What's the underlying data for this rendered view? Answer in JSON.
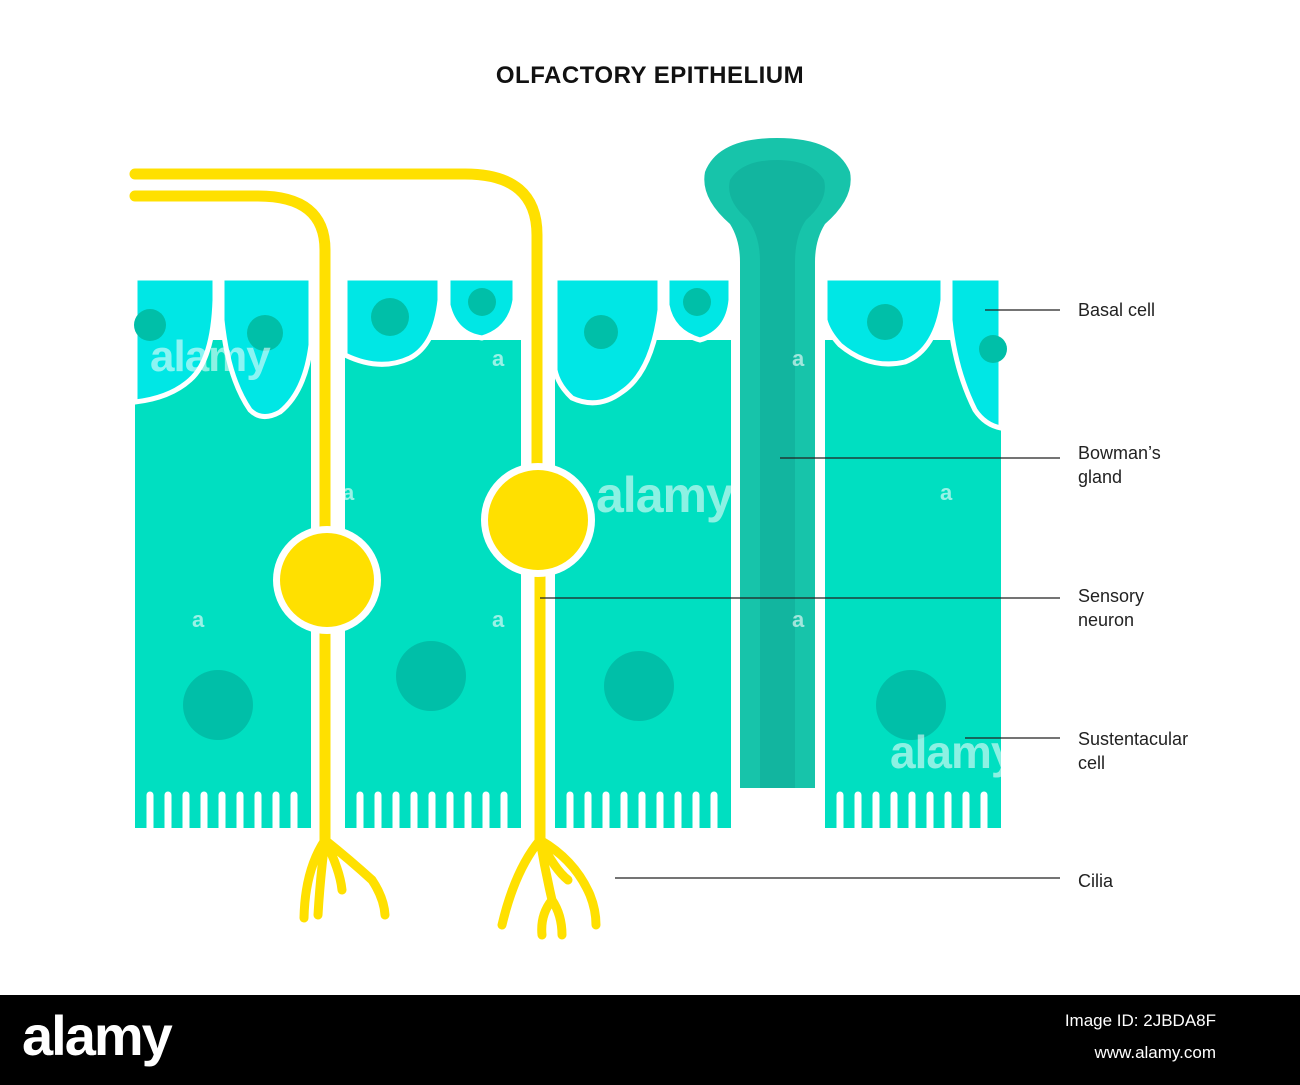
{
  "diagram": {
    "title": "OLFACTORY EPITHELIUM",
    "labels": {
      "basal_cell": "Basal cell",
      "bowmans_gland_1": "Bowman’s",
      "bowmans_gland_2": "gland",
      "sensory_neuron_1": "Sensory",
      "sensory_neuron_2": "neuron",
      "sustentacular_cell_1": "Sustentacular",
      "sustentacular_cell_2": "cell",
      "cilia": "Cilia"
    },
    "colors": {
      "sustentacular": "#00dfc1",
      "basal": "#00e7e5",
      "nucleus": "#00bfa8",
      "gland": "#17c4aa",
      "gland_duct": "#0eaf98",
      "neuron": "#ffe000",
      "leader_line": "#222222"
    }
  },
  "watermark": {
    "brand": "alamy",
    "mark": "a"
  },
  "footer": {
    "logo": "alamy",
    "image_id": "Image ID: 2JBDA8F",
    "site": "www.alamy.com"
  }
}
